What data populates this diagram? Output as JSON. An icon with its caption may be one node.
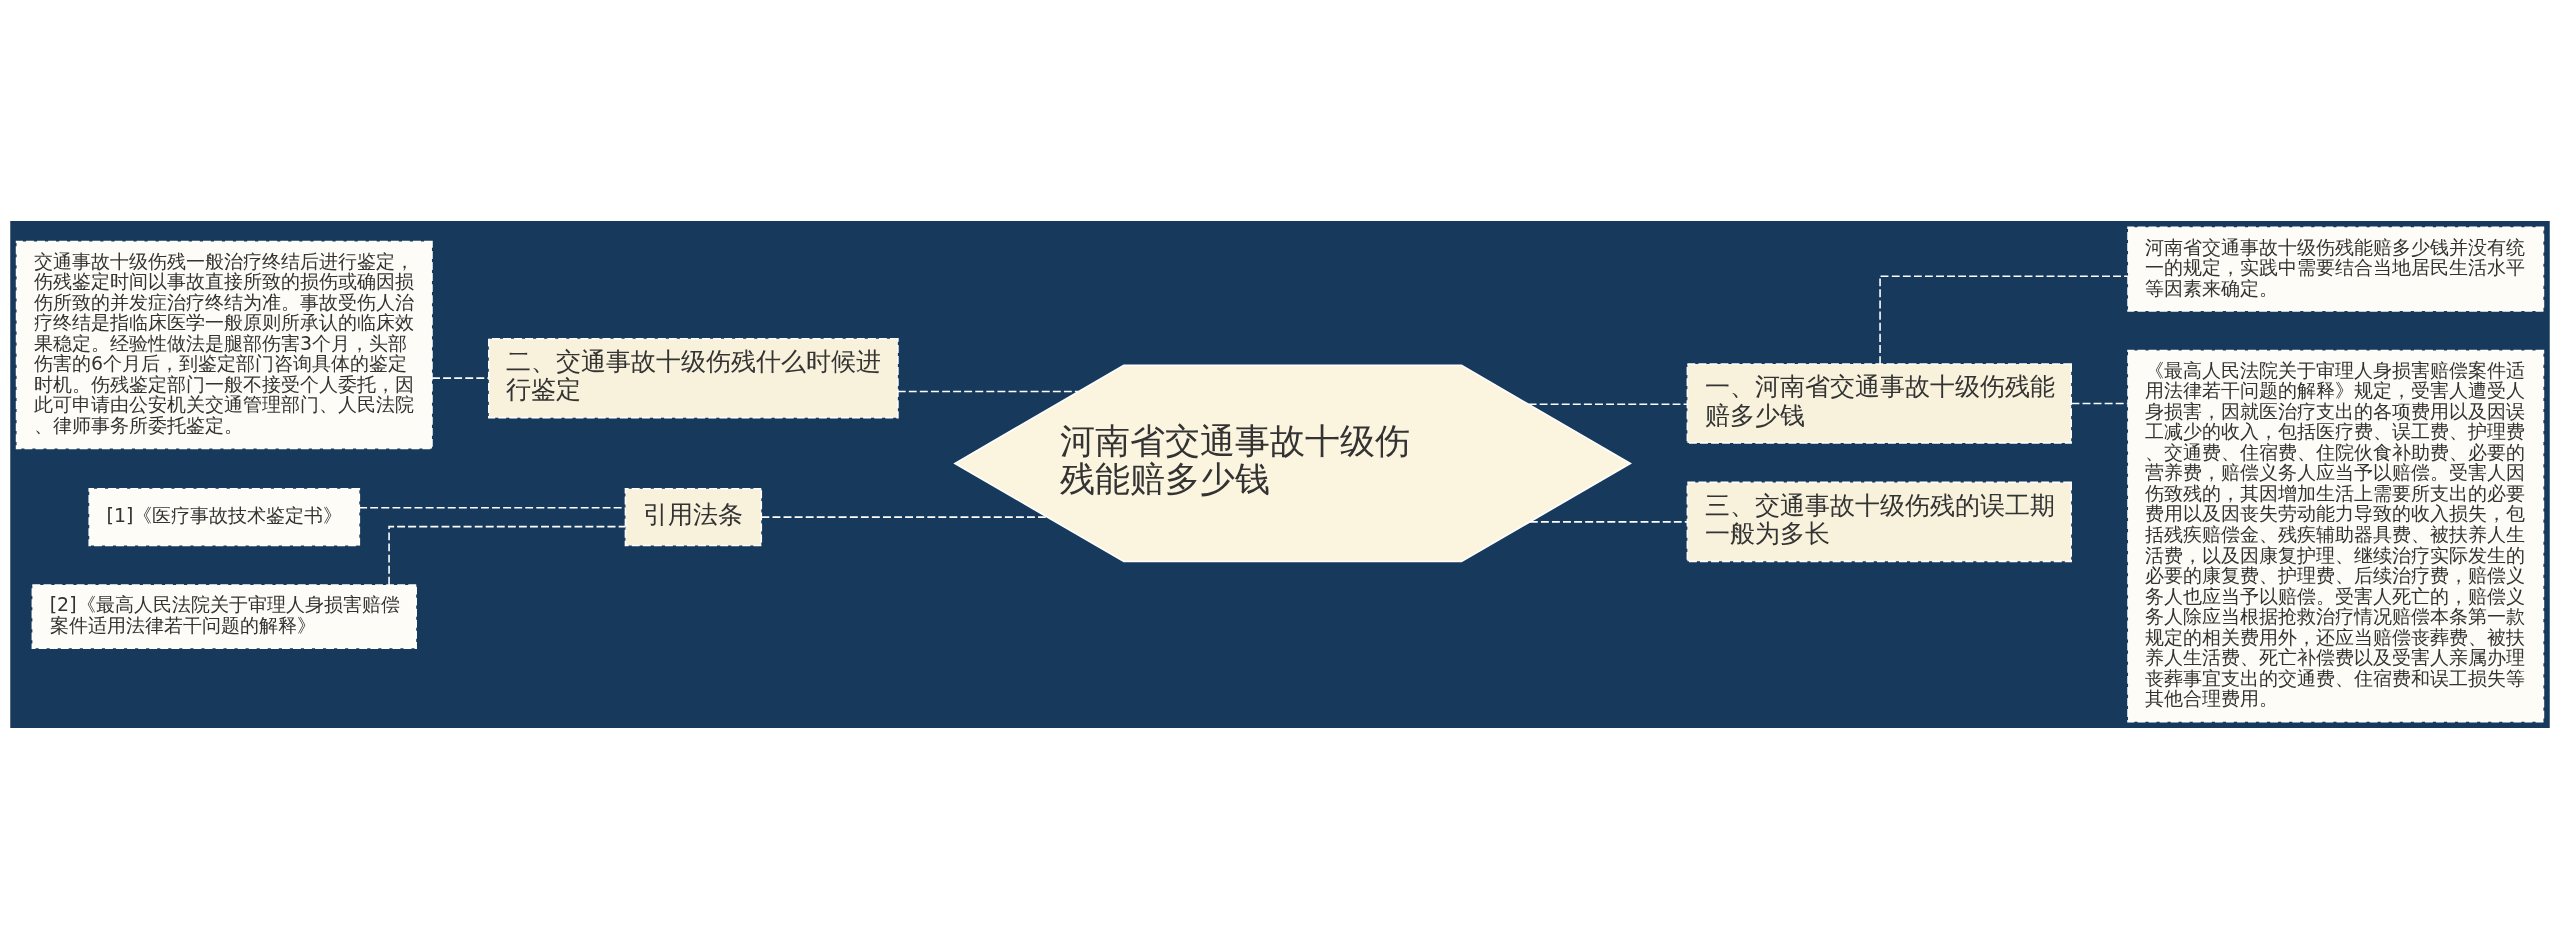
{
  "diagram": {
    "nodes": [
      {
        "text": [
          "河南省交通事故十级伤残能赔多少钱"
        ]
      },
      {
        "text": [
          "一、河南省交通事故十级伤残能赔多少钱"
        ]
      },
      {
        "text": [
          "河南省交通事故十级伤残能赔多少钱并没有统一的规定，实践中需要结合当地居民生活水平等因素来确定。"
        ]
      },
      {
        "text": [
          "《最高人民法院关于审理人身损害赔偿案件适用法律若干问题的解释》规定，受害人遭受人身损害，因就医治疗支出的各项费用以及因误工减少的收入，包括医疗费、误工费、护理费、交通费、住宿费、住院伙食补助费、必要的营养费，赔偿义务人应当予以赔偿。受害人因伤致残的，其因增加生活上需要所支出的必要费用以及因丧失劳动能力导致的收入损失，包括残疾赔偿金、残疾辅助器具费、被扶养人生活费，以及因康复护理、继续治疗实际发生的必要的康复费、护理费、后续治疗费，赔偿义务人也应当予以赔偿。受害人死亡的，赔偿义务人除应当根据抢救治疗情况赔偿本条第一款规定的相关费用外，还应当赔偿丧葬费、被扶养人生活费、死亡补偿费以及受害人亲属办理丧葬事宜支出的交通费、住宿费和误工损失等其他合理费用。"
        ]
      },
      {
        "text": [
          "二、交通事故十级伤残什么时候进行鉴定"
        ]
      },
      {
        "text": [
          "交通事故十级伤残一般治疗终结后进行鉴定，伤残鉴定时间以事故直接所致的损伤或确因损伤所致的并发症治疗终结为准。事故受伤人治疗终结是指临床医学一般原则所承认的临床效果稳定。经验性做法是腿部伤害3个月，头部伤害的6个月后，到鉴定部门咨询具体的鉴定时机。伤残鉴定部门一般不接受个人委托，因此可申请由公安机关交通管理部门、人民法院、律师事务所委托鉴定。"
        ]
      },
      {
        "text": [
          "引用法条"
        ]
      },
      {
        "text": [
          "[1]《医疗事故技术鉴定书》"
        ]
      },
      {
        "text": [
          "[2]《最高人民法院关于审理人身损害赔偿案件适用法律若干问题的解释》"
        ]
      },
      {
        "text": [
          "三、交通事故十级伤残的误工期一般为多长"
        ]
      }
    ],
    "edges": [
      {
        "from": 0,
        "to": 1,
        "arrow": "none",
        "style": "dashed"
      },
      {
        "from": 1,
        "to": 2,
        "arrow": "none",
        "style": "dashed"
      },
      {
        "from": 1,
        "to": 3,
        "arrow": "none",
        "style": "dashed"
      },
      {
        "from": 0,
        "to": 4,
        "arrow": "none",
        "style": "dashed"
      },
      {
        "from": 4,
        "to": 5,
        "arrow": "none",
        "style": "dashed"
      },
      {
        "from": 0,
        "to": 6,
        "arrow": "none",
        "style": "dashed"
      },
      {
        "from": 6,
        "to": 7,
        "arrow": "none",
        "style": "dashed"
      },
      {
        "from": 6,
        "to": 8,
        "arrow": "none",
        "style": "dashed"
      },
      {
        "from": 0,
        "to": 9,
        "arrow": "none",
        "style": "dashed"
      }
    ]
  }
}
